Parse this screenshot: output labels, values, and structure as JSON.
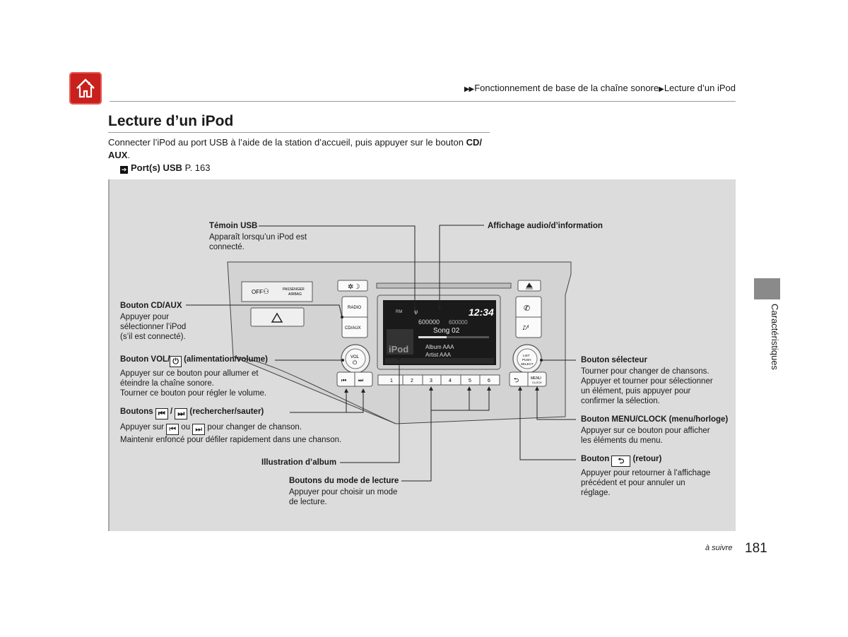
{
  "header": {
    "breadcrumb": [
      "Fonctionnement de base de la chaîne sonore",
      "Lecture d’un iPod"
    ],
    "home_icon": "home-icon"
  },
  "main": {
    "title": "Lecture d’un iPod",
    "intro_text": "Connecter l’iPod au port USB à l’aide de la station d’accueil, puis appuyer sur le bouton ",
    "intro_bold": "CD/\nAUX",
    "intro_end": ".",
    "xref_bold": "Port(s) USB",
    "xref_page": " P. 163"
  },
  "figure": {
    "labels": {
      "usb_title": "Témoin USB",
      "usb_desc": "Apparaît lorsqu’un iPod est\nconnecté.",
      "display_title": "Affichage audio/d’information",
      "cdaux_title": "Bouton CD/AUX",
      "cdaux_desc": "Appuyer pour\nsélectionner l’iPod\n(s’il est connecté).",
      "vol_title_a": "Bouton VOL/",
      "vol_title_b": " (alimentation/volume)",
      "vol_desc": "Appuyer sur ce bouton pour allumer et\néteindre la chaîne sonore.\nTourner ce bouton pour régler le volume.",
      "seek_title_a": "Boutons ",
      "seek_title_sep": " / ",
      "seek_title_b": " (rechercher/sauter)",
      "seek_desc_a": "Appuyer sur ",
      "seek_desc_or": " ou ",
      "seek_desc_b": " pour changer de chanson.",
      "seek_desc_2": "Maintenir enfoncé pour défiler rapidement dans une chanson.",
      "art_title": "Illustration d’album",
      "mode_title": "Boutons du mode de lecture",
      "mode_desc": "Appuyer pour choisir un mode\nde lecture.",
      "sel_title": "Bouton sélecteur",
      "sel_desc": "Tourner pour changer de chansons.\nAppuyer et tourner pour sélectionner\nun élément, puis appuyer pour\nconfirmer la sélection.",
      "menu_title": "Bouton MENU/CLOCK (menu/horloge)",
      "menu_desc": "Appuyer sur ce bouton pour afficher\nles éléments du menu.",
      "back_title_a": "Bouton ",
      "back_title_b": " (retour)",
      "back_desc": "Appuyer pour retourner à l’affichage\nprécédent et pour annuler un\nréglage."
    },
    "unit": {
      "airbag_off": "OFF",
      "airbag_label": "PASSENGER\nAIRBAG",
      "radio": "RADIO",
      "cdaux": "CD/AUX",
      "vol": "VOL",
      "list_push_select": "LIST\nPUSH\nSELECT",
      "menu": "MENU",
      "clock": "CLOCK",
      "presets": [
        "1",
        "2",
        "3",
        "4",
        "5",
        "6"
      ]
    },
    "screen": {
      "clock": "12:34",
      "track": "600000",
      "track_total": "600000",
      "song": "Song 02",
      "album": "Album AAA",
      "artist": "Artist AAA",
      "logo": "iPod",
      "rm": "RM"
    }
  },
  "sidebar": {
    "tab_label": "Caractéristiques"
  },
  "footer": {
    "continued": "à suivre",
    "page_number": "181"
  }
}
